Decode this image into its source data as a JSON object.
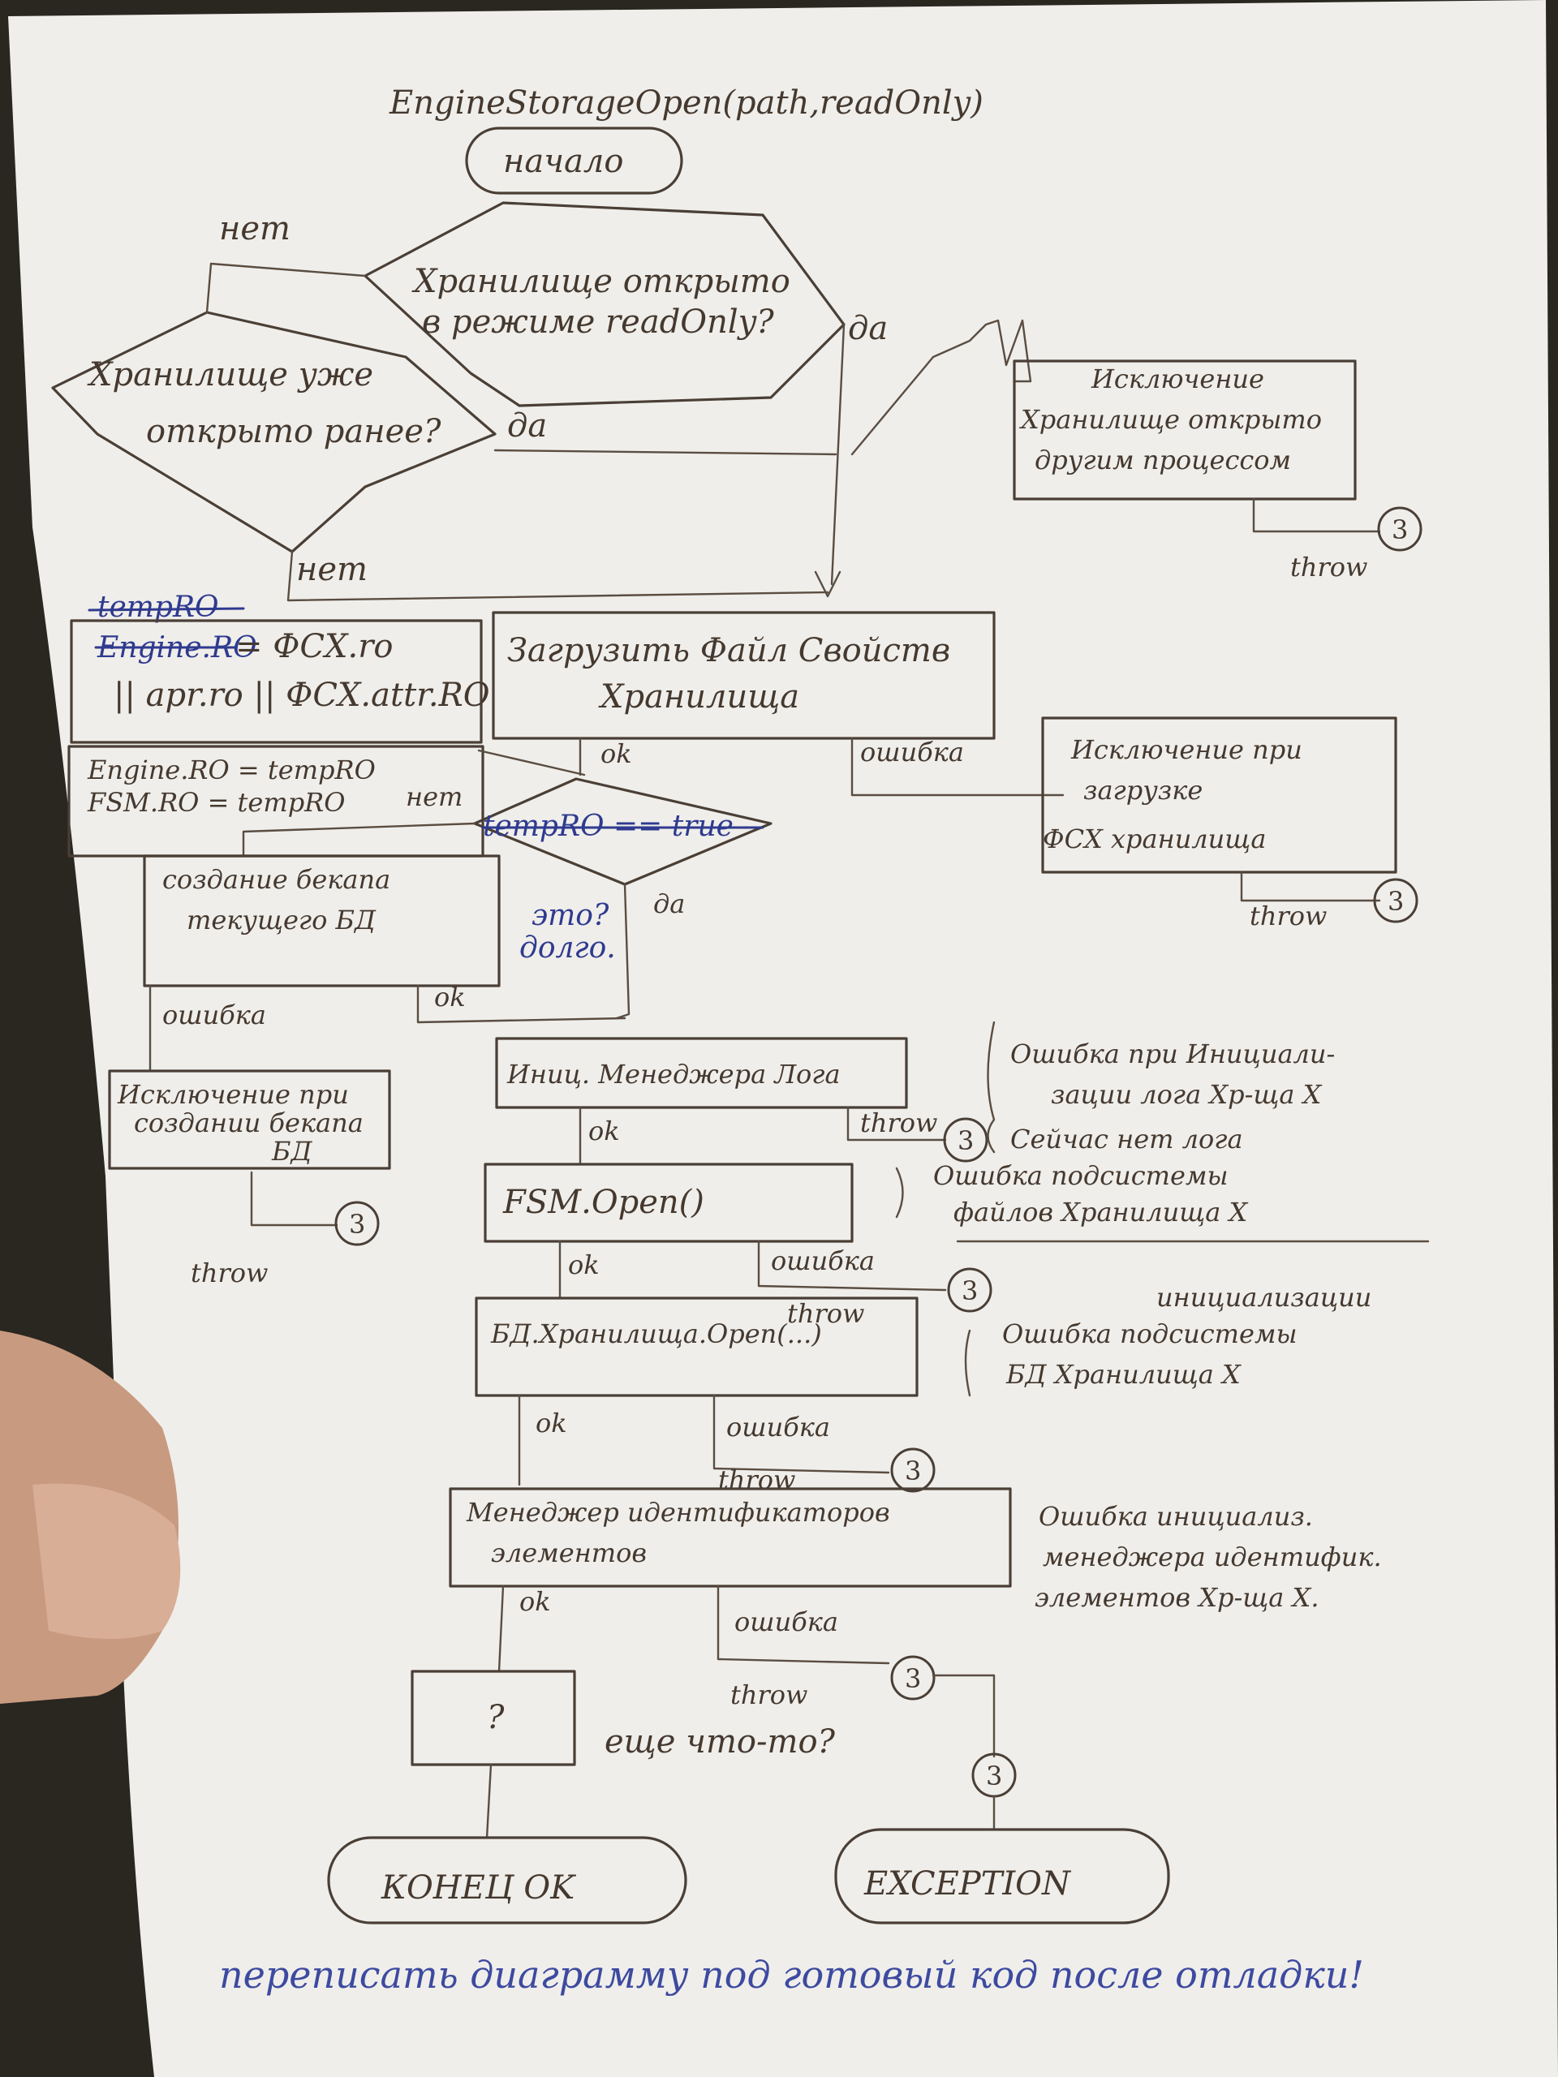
{
  "title": "EngineStorageOpen(path,readOnly)",
  "start_label": "начало",
  "decision1": {
    "line1": "Хранилище открыто",
    "line2": "в режиме readOnly?",
    "no": "нет",
    "yes": "да"
  },
  "decision2": {
    "line1": "Хранилище уже",
    "line2": "открыто ранее?",
    "no": "нет",
    "yes": "да"
  },
  "exception_other_process": {
    "line1": "Исключение",
    "line2": "Хранилище открыто",
    "line3": "другим процессом",
    "throw": "throw",
    "ref": "3"
  },
  "temp_box": {
    "header": "tempRO",
    "line1_struck": "Engine.RO",
    "line1_rest": " = ФСХ.ro",
    "line2": "|| apr.ro || ФСХ.attr.RO"
  },
  "assign_box": {
    "line1": "Engine.RO = tempRO",
    "line2": "FSM.RO = tempRO"
  },
  "load_props": {
    "line1": "Загрузить Файл Свойств",
    "line2": "Хранилища",
    "ok": "ok",
    "error": "ошибка"
  },
  "exception_load": {
    "line1": "Исключение при",
    "line2": "загрузке",
    "line3": "ФСХ хранилища",
    "throw": "throw",
    "ref": "3"
  },
  "decision3": {
    "label": "tempRO == true",
    "no": "нет",
    "yes": "да"
  },
  "backup": {
    "line1": "создание бекапа",
    "line2": "текущего БД",
    "ok": "ok",
    "error": "ошибка",
    "note1": "это?",
    "note2": "долго."
  },
  "exception_backup": {
    "line1": "Исключение при",
    "line2": "создании бекапа",
    "line3": "БД",
    "throw": "throw",
    "ref": "3"
  },
  "log_manager": {
    "label": "Иниц. Менеджера Лога",
    "ok": "ok",
    "throw": "throw",
    "ref": "3",
    "note1": "Ошибка при Инициали-",
    "note2": "зации лога Хр-ща X",
    "note3": "Сейчас нет лога"
  },
  "fsm_open": {
    "label": "FSM.Open()",
    "ok": "ok",
    "error": "ошибка",
    "throw": "throw",
    "ref": "3",
    "note1": "Ошибка подсистемы",
    "note2": "файлов Хранилища X"
  },
  "db_open": {
    "label": "БД.Хранилища.Open(...)",
    "ok": "ok",
    "error": "ошибка",
    "throw": "throw",
    "ref": "3",
    "note0": "инициализации",
    "note1": "Ошибка подсистемы",
    "note2": "БД Хранилища X"
  },
  "id_manager": {
    "line1": "Менеджер идентификаторов",
    "line2": "элементов",
    "ok": "ok",
    "error": "ошибка",
    "throw": "throw",
    "ref": "3",
    "note1": "Ошибка инициализ.",
    "note2": "менеджера идентифик.",
    "note3": "элементов Хр-ща X."
  },
  "unknown": {
    "label": "?",
    "note": "еще что-то?"
  },
  "end_ok": "КОНЕЦ OK",
  "exception_end": {
    "label": "EXCEPTION",
    "ref": "3"
  },
  "footer_note": "переписать диаграмму под готовый код после отладки!"
}
